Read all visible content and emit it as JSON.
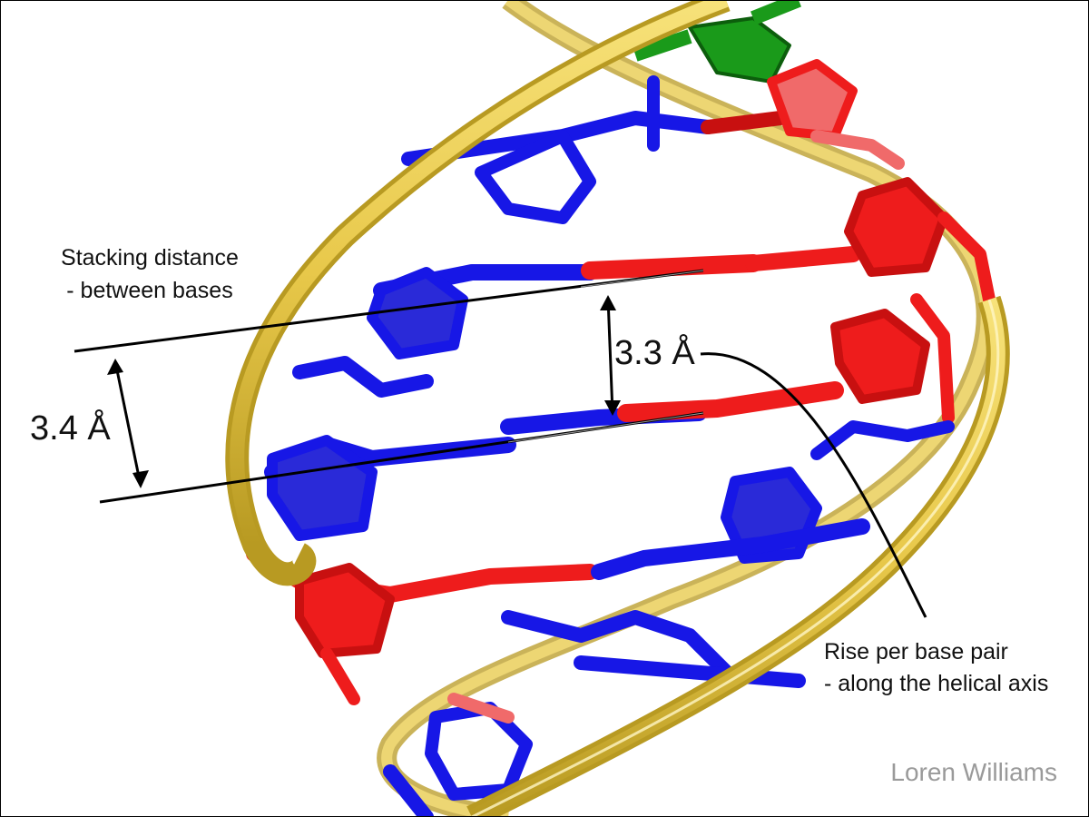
{
  "labels": {
    "stacking_line1": "Stacking distance",
    "stacking_line2": "- between bases",
    "stacking_value": "3.4 Å",
    "rise_value": "3.3 Å",
    "rise_line1": "Rise per base pair",
    "rise_line2": "- along the helical axis"
  },
  "credit": "Loren Williams",
  "colors": {
    "backbone": "#e8c84a",
    "backbone_dark": "#b89a22",
    "purine_red": "#ee1c1c",
    "pyrimidine_blue": "#1717e6",
    "green_base": "#1a9a1a",
    "annotation": "#000000"
  }
}
